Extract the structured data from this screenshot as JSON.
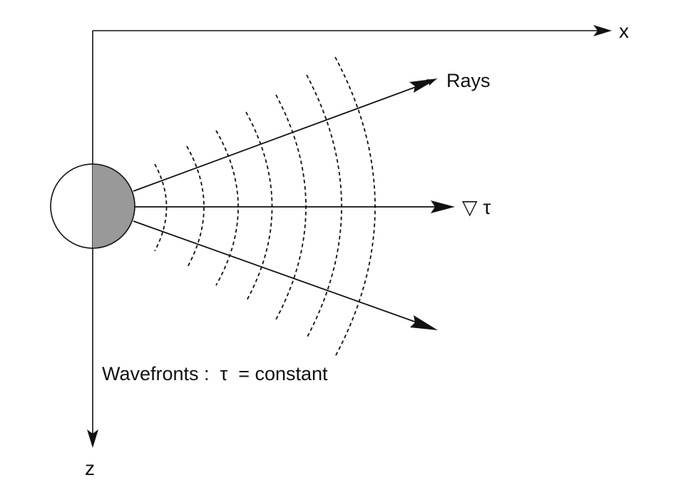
{
  "axes": {
    "x_label": "x",
    "z_label": "z"
  },
  "labels": {
    "rays": "Rays",
    "gradient": "▽ τ",
    "wavefronts": "Wavefronts :  τ  = constant"
  },
  "colors": {
    "line": "#111111",
    "source_shade": "#999999",
    "background": "#ffffff"
  }
}
